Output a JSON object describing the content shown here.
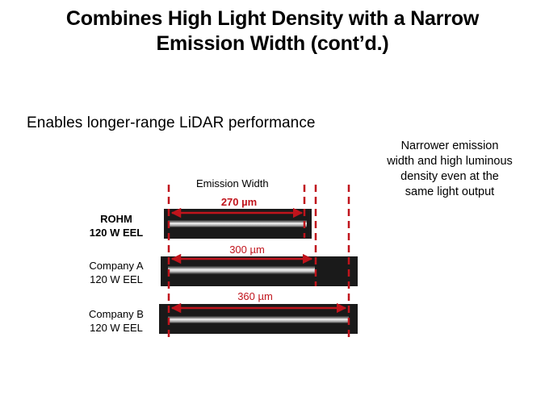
{
  "title": {
    "line1": "Combines High Light Density with a Narrow",
    "line2": "Emission Width (cont’d.)"
  },
  "subtitle": "Enables longer-range  LiDAR performance",
  "note": {
    "line1": "Narrower emission",
    "line2": "width and high luminous",
    "line3": "density even at the",
    "line4": "same light output"
  },
  "emission_width_label": "Emission Width",
  "rows": [
    {
      "name": "ROHM",
      "spec": "120 W EEL",
      "width": "270 µm",
      "highlight": true
    },
    {
      "name": "Company A",
      "spec": "120 W EEL",
      "width": "300 µm",
      "highlight": false
    },
    {
      "name": "Company B",
      "spec": "120 W EEL",
      "width": "360 µm",
      "highlight": false
    }
  ],
  "colors": {
    "accent": "#c0141c",
    "bar": "#1a1a1a",
    "text": "#000000"
  }
}
